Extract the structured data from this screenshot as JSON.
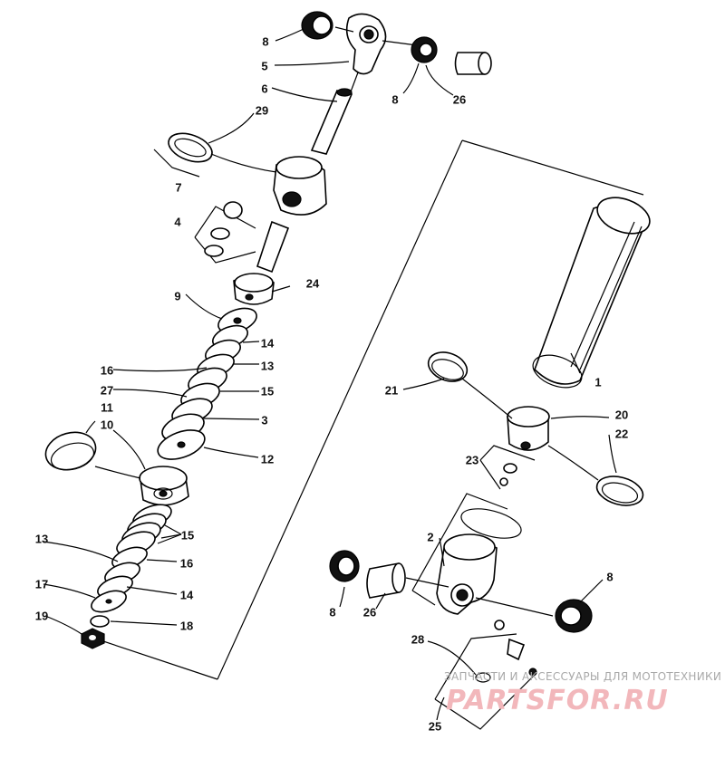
{
  "diagram": {
    "callouts": [
      "8",
      "5",
      "6",
      "29",
      "7",
      "4",
      "24",
      "9",
      "14",
      "16",
      "13",
      "27",
      "15",
      "3",
      "11",
      "10",
      "12",
      "15",
      "13",
      "16",
      "17",
      "14",
      "19",
      "18",
      "8",
      "26",
      "1",
      "21",
      "20",
      "22",
      "23",
      "2",
      "8",
      "26",
      "8",
      "28",
      "25"
    ]
  },
  "watermark": {
    "top_text": "ЗАПЧАСТИ И АКСЕССУАРЫ ДЛЯ МОТОТЕХНИКИ",
    "logo_text": "PARTSFOR.RU"
  }
}
